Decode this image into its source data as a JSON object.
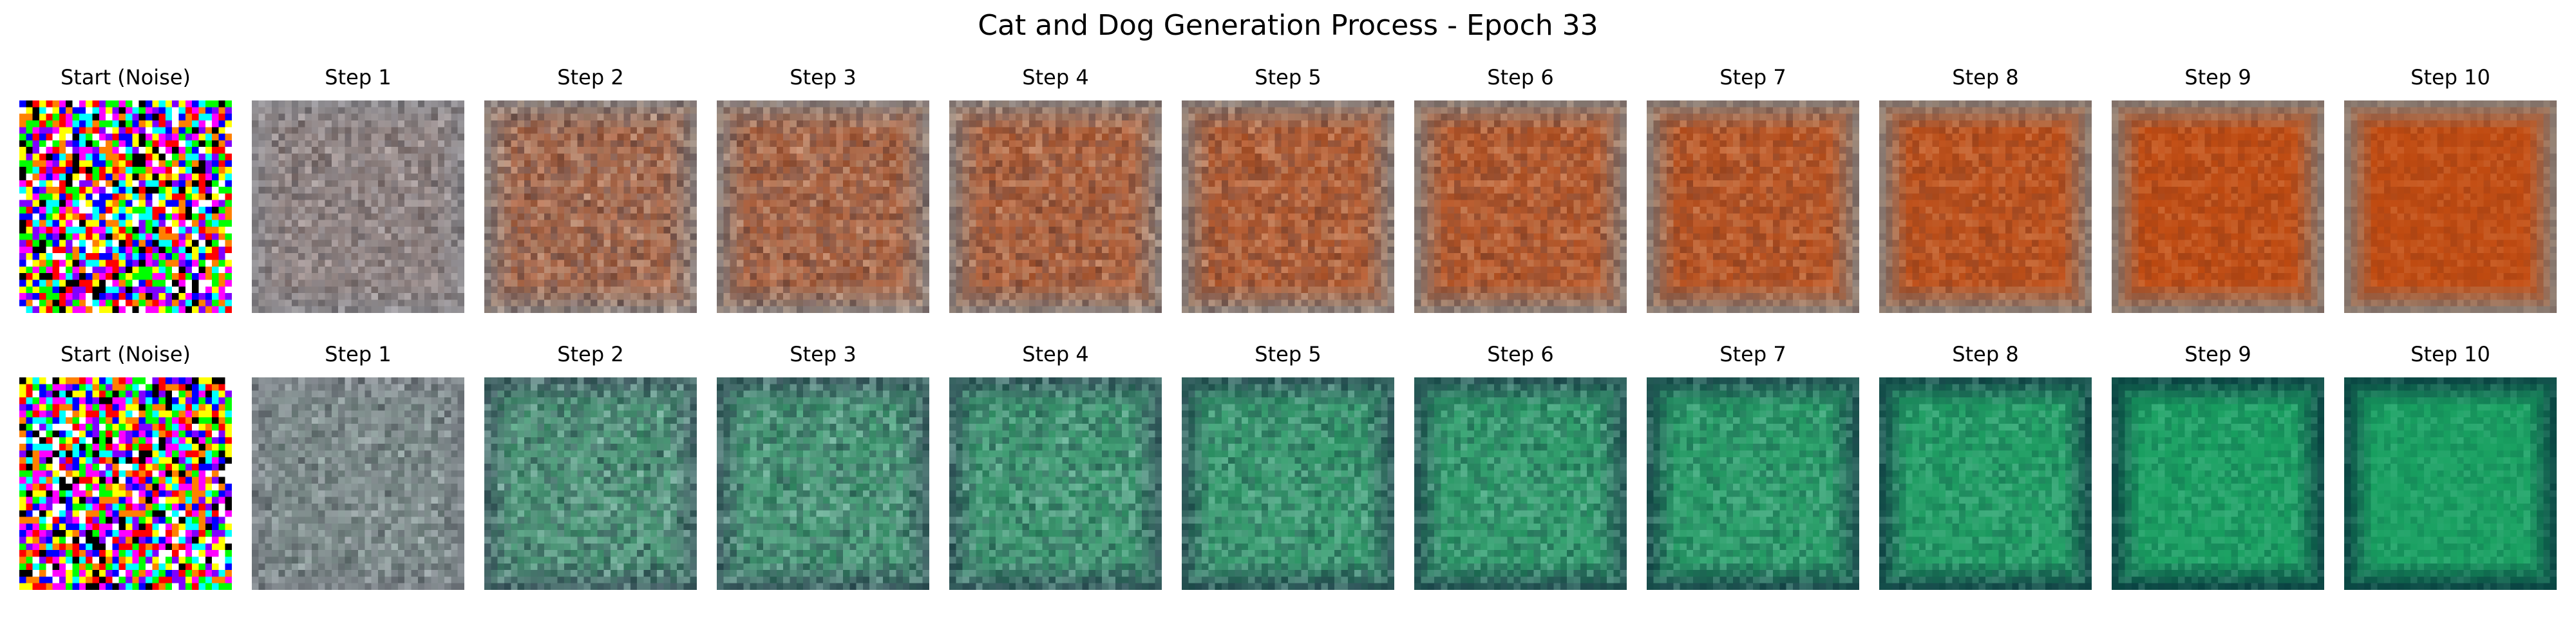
{
  "figure": {
    "title": "Cat and Dog Generation Process - Epoch 33",
    "rows": [
      {
        "palette": "warm",
        "panels": [
          "Start (Noise)",
          "Step 1",
          "Step 2",
          "Step 3",
          "Step 4",
          "Step 5",
          "Step 6",
          "Step 7",
          "Step 8",
          "Step 9",
          "Step 10"
        ]
      },
      {
        "palette": "cool",
        "panels": [
          "Start (Noise)",
          "Step 1",
          "Step 2",
          "Step 3",
          "Step 4",
          "Step 5",
          "Step 6",
          "Step 7",
          "Step 8",
          "Step 9",
          "Step 10"
        ]
      }
    ],
    "colors": {
      "warm_final": "#c04a10",
      "warm_border": "#8a7a70",
      "cool_final": "#18a060",
      "cool_border": "#0a4a44",
      "mid_gray": "#8a8a90"
    }
  }
}
